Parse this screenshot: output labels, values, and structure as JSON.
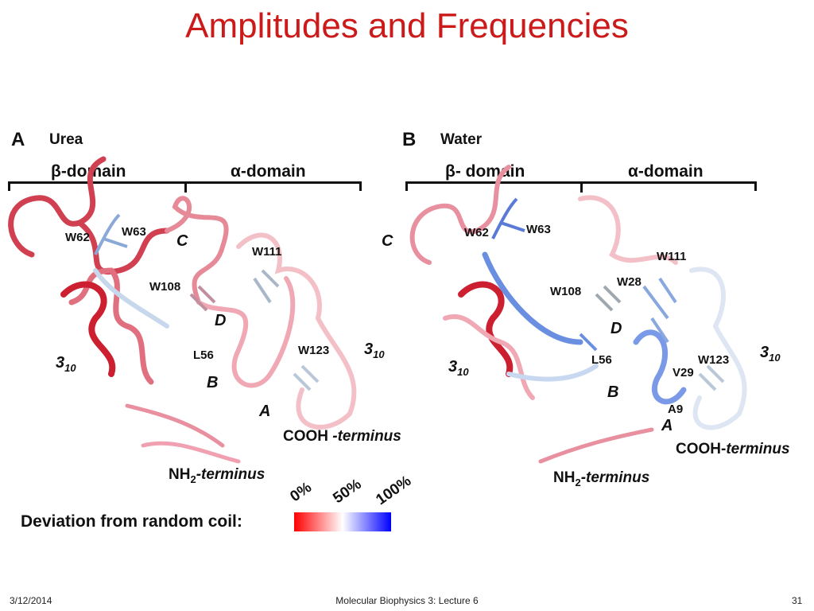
{
  "title": "Amplitudes and Frequencies",
  "panels": {
    "a": {
      "letter": "A",
      "condition": "Urea",
      "beta_domain": "β-domain",
      "alpha_domain": "α-domain",
      "residues": [
        "W62",
        "W63",
        "W111",
        "W108",
        "L56",
        "W123"
      ],
      "regions": [
        "C",
        "D",
        "B",
        "A",
        "3",
        "3"
      ],
      "helix_sub": "10",
      "nh2": "NH",
      "nh2_sub": "2",
      "nh2_term": "-terminus",
      "cooh": "COOH",
      "cooh_term": "-terminus"
    },
    "b": {
      "letter": "B",
      "condition": "Water",
      "beta_domain": "β- domain",
      "alpha_domain": "α-domain",
      "residues": [
        "W62",
        "W63",
        "W111",
        "W28",
        "W108",
        "L56",
        "W123",
        "V29",
        "A9"
      ],
      "regions": [
        "C",
        "D",
        "B",
        "A",
        "3",
        "3"
      ],
      "helix_sub": "10",
      "nh2": "NH",
      "nh2_sub": "2",
      "nh2_term": "-terminus",
      "cooh": "COOH-",
      "cooh_term": "terminus"
    }
  },
  "legend": {
    "label": "Deviation from random coil:",
    "ticks": [
      "0%",
      "50%",
      "100%"
    ],
    "colors": {
      "low": "#ff0000",
      "mid": "#ffffff",
      "high": "#0000ff"
    }
  },
  "footer": {
    "date": "3/12/2014",
    "center": "Molecular Biophysics 3: Lecture 6",
    "page": "31"
  },
  "colors": {
    "title": "#cc1a1a"
  }
}
